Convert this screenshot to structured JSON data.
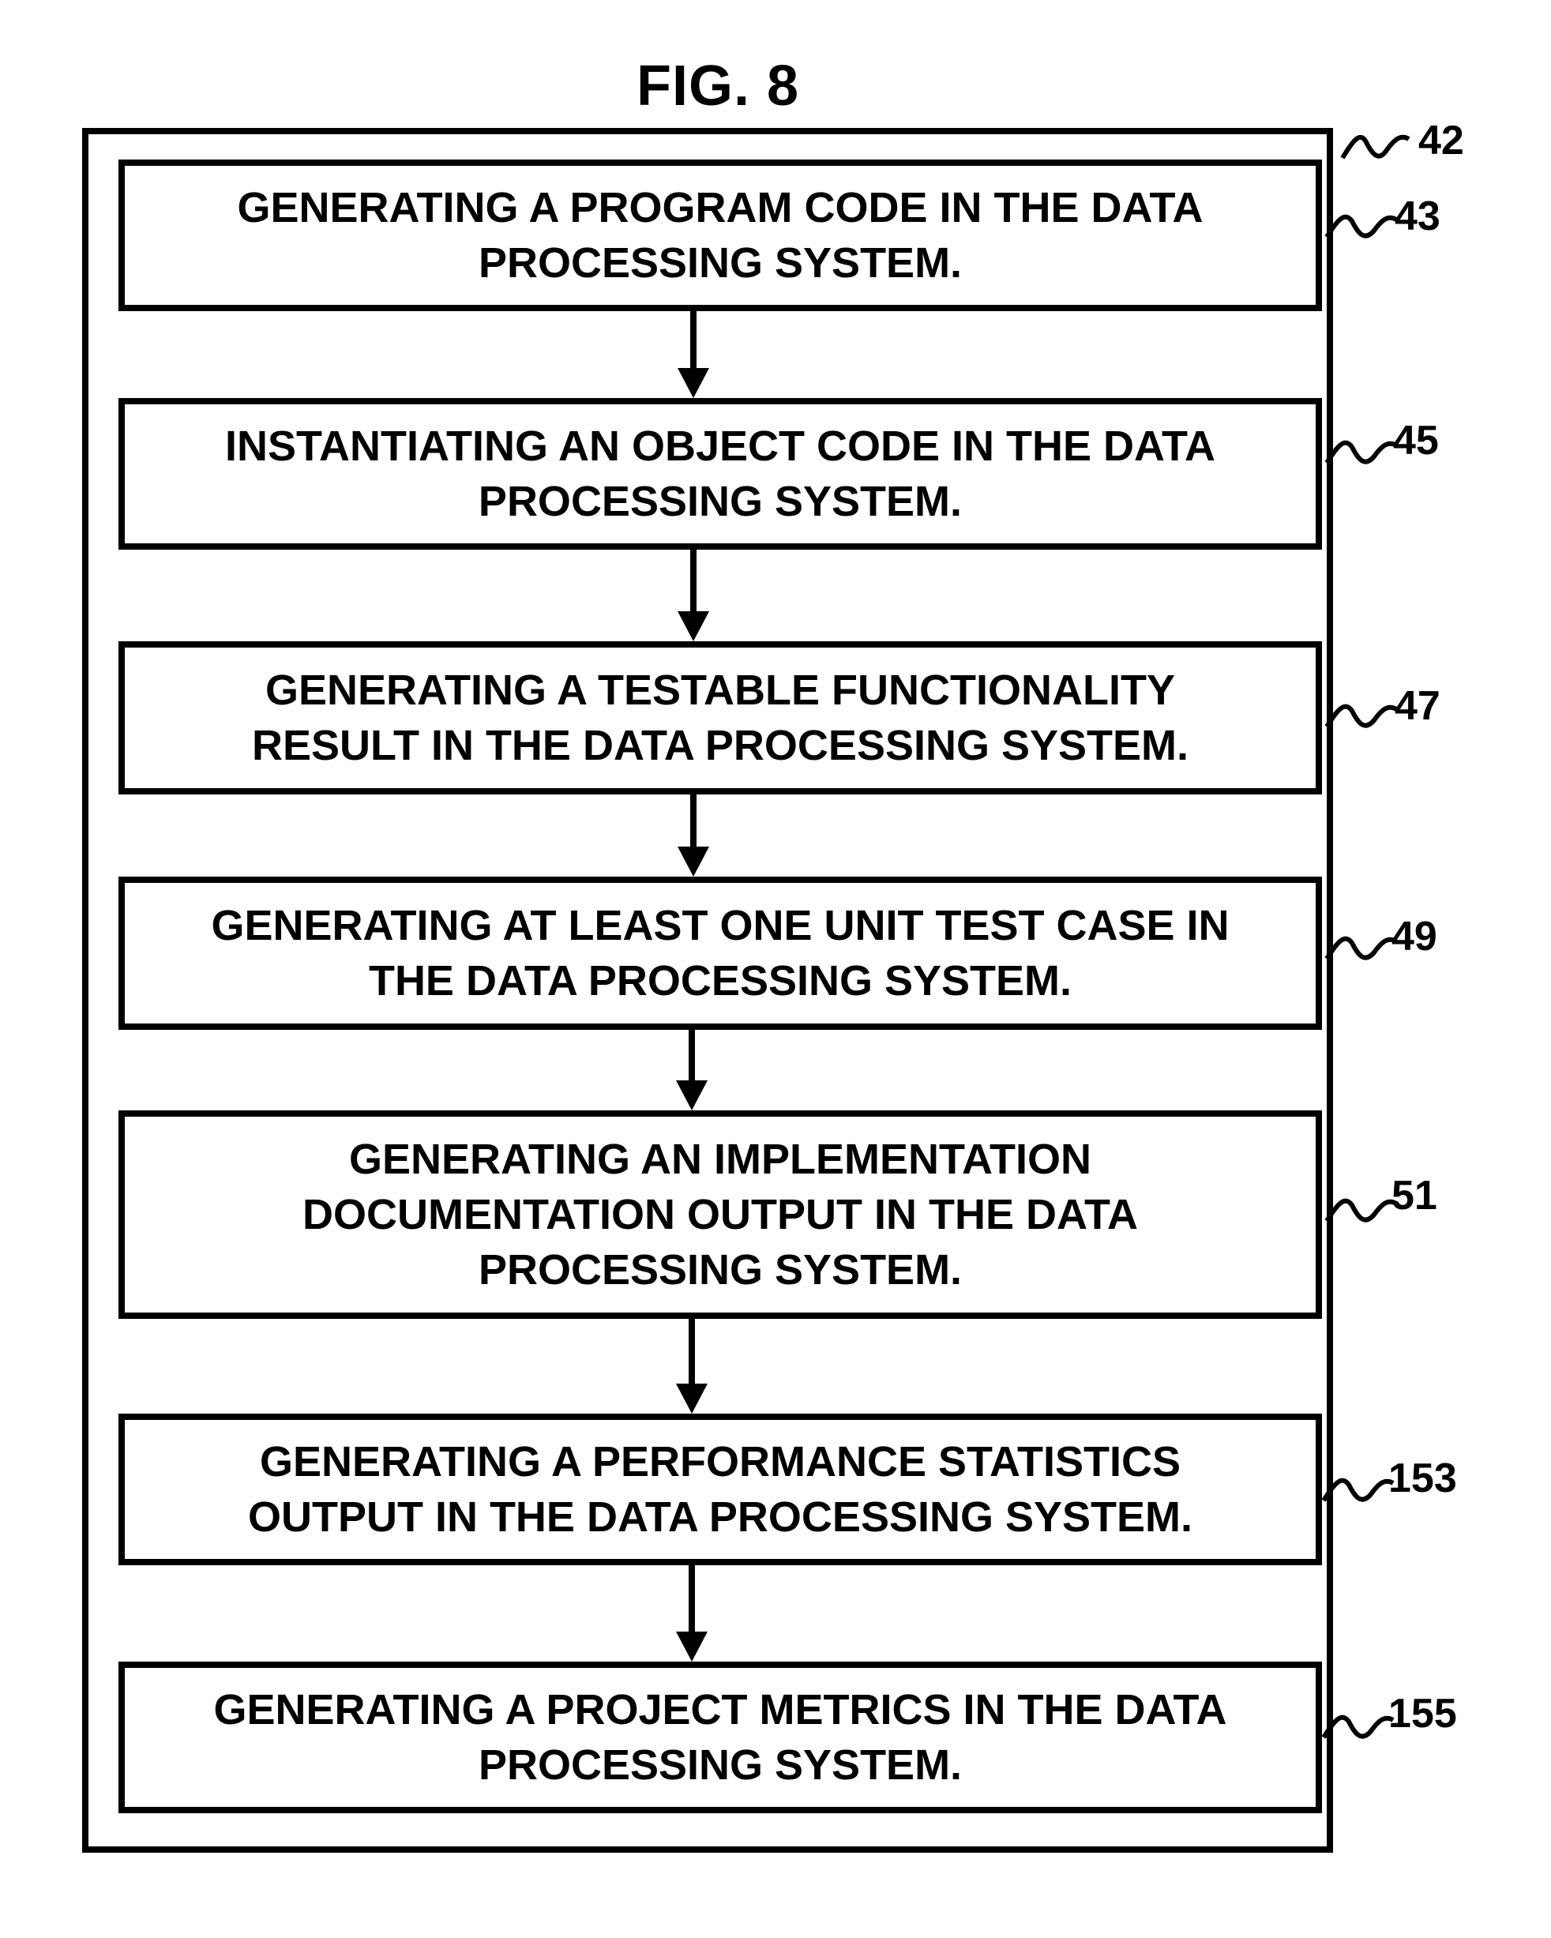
{
  "figure": {
    "title": "FIG. 8",
    "outer_ref": "42"
  },
  "steps": [
    {
      "text": "GENERATING A PROGRAM CODE IN THE DATA\nPROCESSING SYSTEM.",
      "ref": "43"
    },
    {
      "text": "INSTANTIATING AN OBJECT CODE IN THE DATA\nPROCESSING SYSTEM.",
      "ref": "45"
    },
    {
      "text": "GENERATING A TESTABLE FUNCTIONALITY\nRESULT IN THE DATA PROCESSING SYSTEM.",
      "ref": "47"
    },
    {
      "text": "GENERATING AT LEAST ONE UNIT TEST CASE IN\nTHE DATA PROCESSING SYSTEM.",
      "ref": "49"
    },
    {
      "text": "GENERATING AN IMPLEMENTATION\nDOCUMENTATION OUTPUT IN THE DATA\nPROCESSING SYSTEM.",
      "ref": "51"
    },
    {
      "text": "GENERATING A PERFORMANCE STATISTICS\nOUTPUT IN THE DATA PROCESSING SYSTEM.",
      "ref": "153"
    },
    {
      "text": "GENERATING A PROJECT METRICS IN THE DATA\nPROCESSING SYSTEM.",
      "ref": "155"
    }
  ]
}
